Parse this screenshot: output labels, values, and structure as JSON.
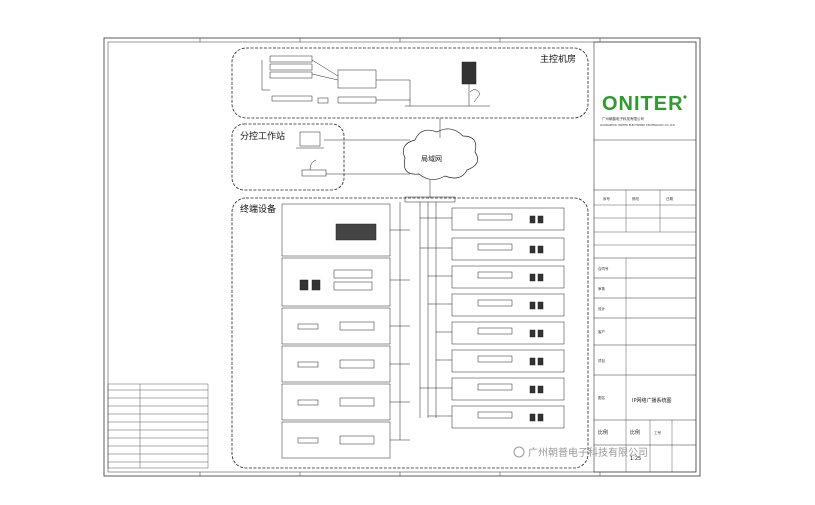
{
  "logo": {
    "text": "ONITER",
    "company_line1": "广州朝普电子科技有限公司",
    "company_line2": "GUANGZHOU ONITER ELECTRONIC TECHNOLOGY CO.,LTD."
  },
  "regions": {
    "main_room": "主控机房",
    "sub_station": "分控工作站",
    "lan": "局域网",
    "terminal": "终端设备"
  },
  "title_block": {
    "row1": [
      "序号",
      "修改",
      "日期"
    ],
    "rows": [
      "合同号",
      "审核",
      "设计",
      "客户",
      "项目",
      "图名"
    ],
    "drawing_name": "IP网络广播系统图",
    "scale_label": "比例",
    "scale_label2": "比例",
    "sheet_label": "工号",
    "scale_value": "1:25"
  },
  "watermark": "广州朝普电子科技有限公司",
  "colors": {
    "line": "#222222",
    "logo": "#2f9a2f",
    "watermark": "#9a9a9a"
  }
}
